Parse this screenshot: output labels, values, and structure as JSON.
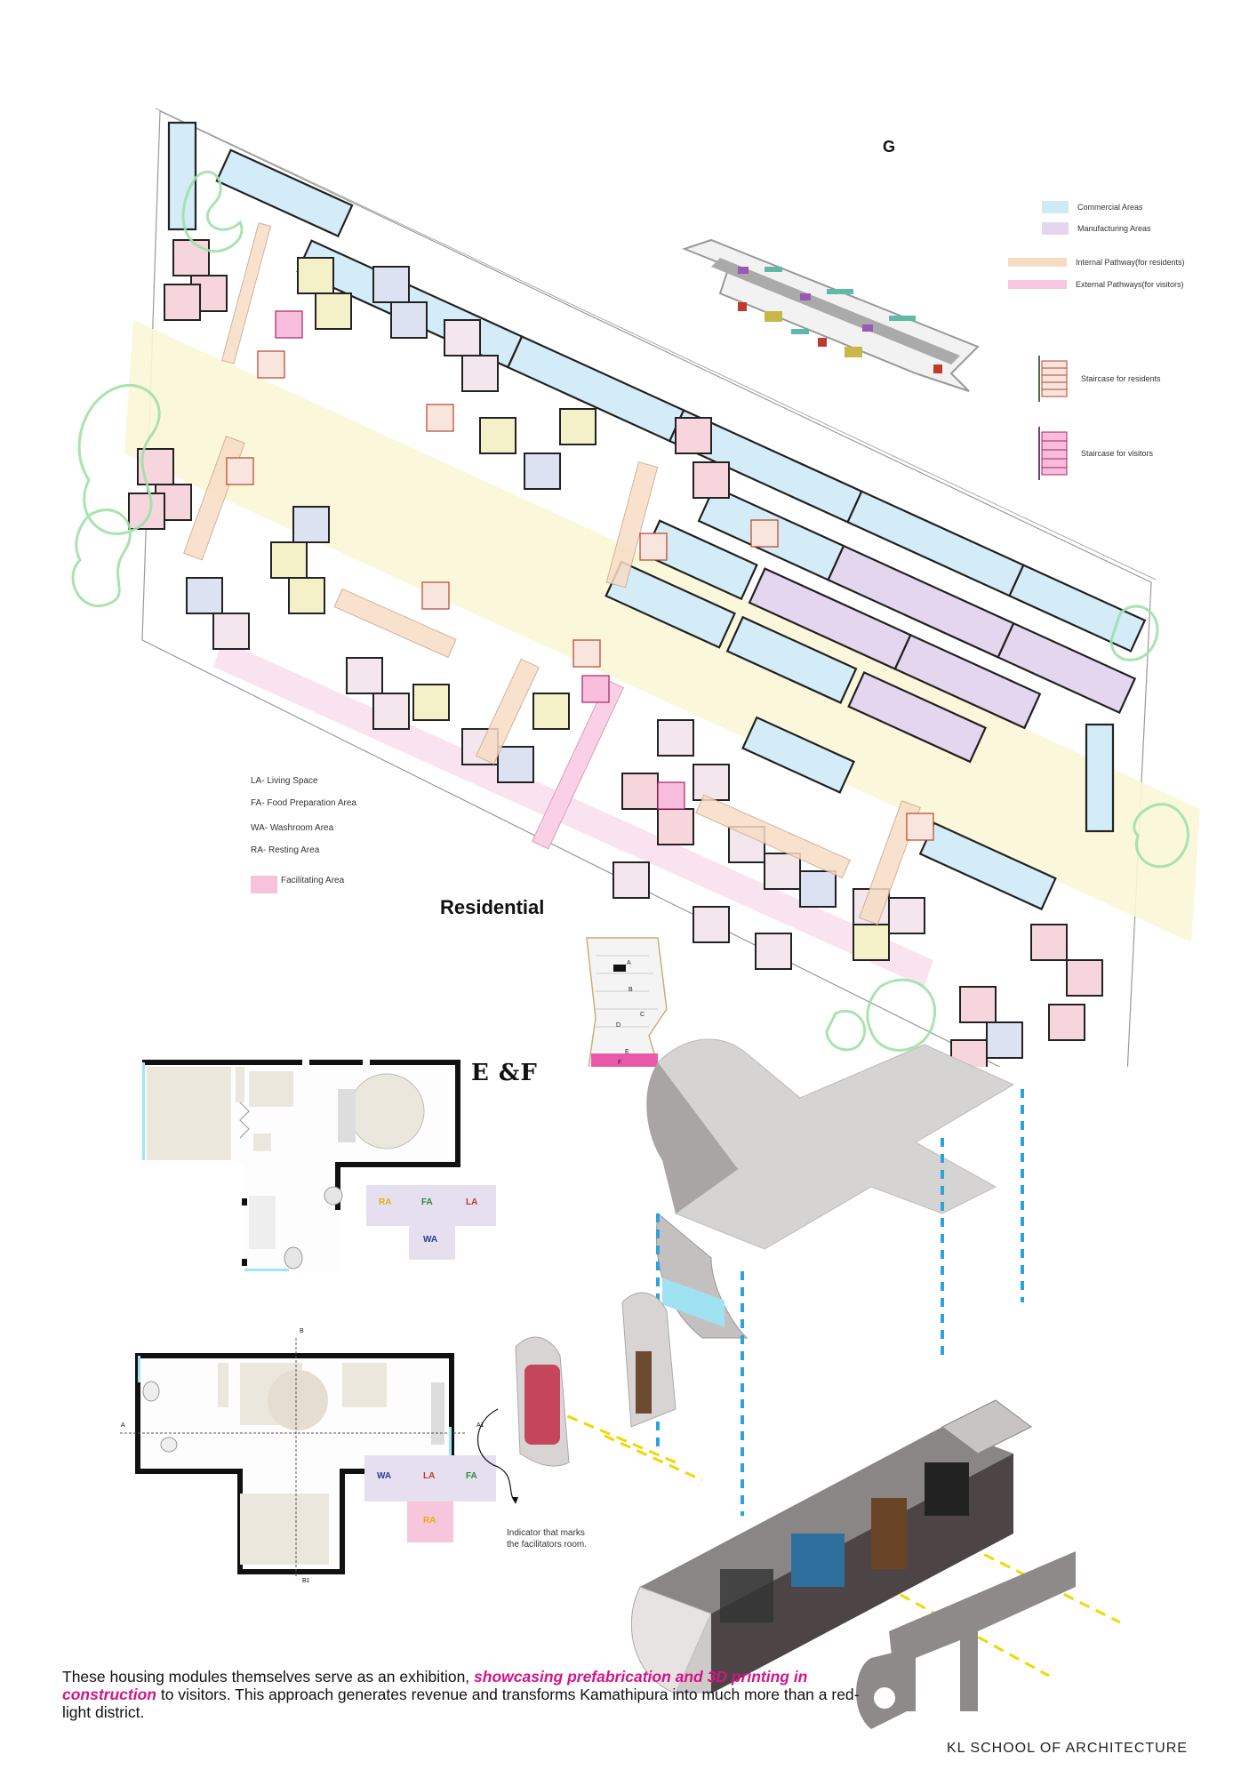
{
  "site": {
    "block_label": "G",
    "residential_label": "Residential",
    "module_label": "E &F"
  },
  "legend_colors": [
    {
      "label": "Commercial Areas",
      "color": "#cdeaf6"
    },
    {
      "label": "Manufacturing Areas",
      "color": "#e4d6ee"
    },
    {
      "label": "Internal Pathway(for residents)",
      "color": "#f7dcc4"
    },
    {
      "label": "External Pathways(for visitors)",
      "color": "#f7c6e0"
    }
  ],
  "legend_stairs": [
    {
      "label": "Staircase for residents"
    },
    {
      "label": "Staircase for visitors"
    }
  ],
  "abbrev": {
    "la": "LA- Living Space",
    "fa": "FA- Food Preparation Area",
    "wa": "WA- Washroom Area",
    "ra": "RA- Resting Area",
    "facilitating": "Facilitating Area"
  },
  "key_map": [
    "A",
    "B",
    "C",
    "D",
    "E",
    "F"
  ],
  "plan1": {
    "tags": [
      {
        "text": "RA",
        "color": "#e0b400"
      },
      {
        "text": "FA",
        "color": "#2e8b3a"
      },
      {
        "text": "LA",
        "color": "#c0392b"
      },
      {
        "text": "WA",
        "color": "#2b3f8c"
      }
    ]
  },
  "plan2": {
    "section_marks": [
      "B",
      "A",
      "A1",
      "B1"
    ],
    "tags": [
      {
        "text": "WA",
        "color": "#2b3f8c"
      },
      {
        "text": "LA",
        "color": "#c0392b"
      },
      {
        "text": "FA",
        "color": "#2e8b3a"
      },
      {
        "text": "RA",
        "color": "#e0b400"
      }
    ]
  },
  "indicator_note": "Indicator that marks\nthe facilitators room.",
  "description": {
    "part1": "These housing modules themselves serve as an exhibition, ",
    "highlight": "showcasing prefabrication and 3D printing in construction",
    "part2": " to visitors. This approach generates revenue and transforms Kamathipura into much more than a red-light district."
  },
  "footer": "KL SCHOOL OF ARCHITECTURE"
}
